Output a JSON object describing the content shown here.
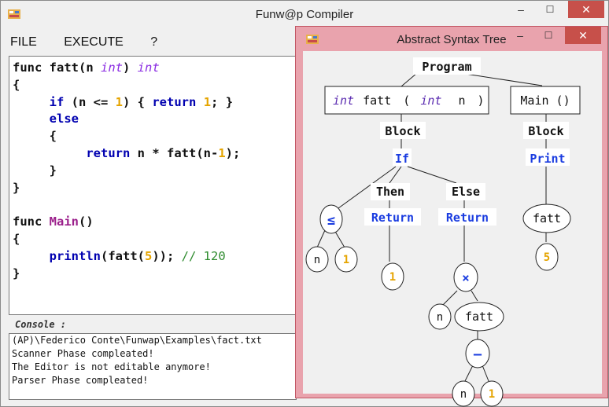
{
  "window": {
    "title": "Funw@p Compiler",
    "minimize": "–",
    "maximize": "☐",
    "close": "✕"
  },
  "menu": {
    "file": "FILE",
    "execute": "EXECUTE",
    "help": "?"
  },
  "editor": {
    "lines": [
      "func fatt(n int) int",
      "{",
      "     if (n <= 1) { return 1; }",
      "     else",
      "     {",
      "          return n * fatt(n-1);",
      "     }",
      "}",
      "",
      "func Main()",
      "{",
      "     println(fatt(5)); // 120",
      "}"
    ]
  },
  "console": {
    "label": "Console :",
    "lines": [
      "(AP)\\Federico Conte\\Funwap\\Examples\\fact.txt",
      "Scanner Phase compleated!",
      "The Editor is not editable anymore!",
      "Parser Phase compleated!"
    ]
  },
  "ast_window": {
    "title": "Abstract Syntax Tree",
    "minimize": "–",
    "maximize": "☐",
    "close": "✕"
  },
  "ast": {
    "program": "Program",
    "fatt_decl": {
      "type_kw": "int",
      "name": "fatt",
      "open": "(",
      "param_type": "int",
      "param": "n",
      "close": ")"
    },
    "main_decl": "Main ()",
    "block_left": "Block",
    "block_right": "Block",
    "if": "If",
    "then": "Then",
    "else": "Else",
    "leq": "≤",
    "leq_n": "n",
    "leq_1": "1",
    "return_then": "Return",
    "return_then_val": "1",
    "return_else": "Return",
    "times": "×",
    "times_n": "n",
    "fatt_call": "fatt",
    "minus": "–",
    "minus_n": "n",
    "minus_1": "1",
    "print": "Print",
    "print_call": "fatt",
    "print_arg": "5"
  }
}
